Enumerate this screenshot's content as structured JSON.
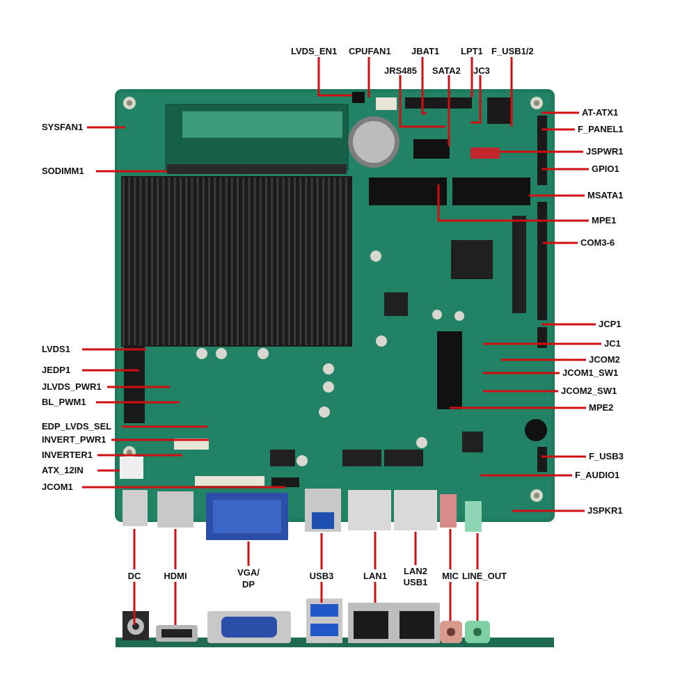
{
  "colors": {
    "pcb": "#1f7a5e",
    "pcb_dark": "#155c46",
    "heatsink": "#1b1b1b",
    "leader": "#d10f12",
    "label": "#111111"
  },
  "top_labels": {
    "lvds_en1": "LVDS_EN1",
    "cpufan1": "CPUFAN1",
    "jbat1": "JBAT1",
    "lpt1": "LPT1",
    "f_usb12": "F_USB1/2",
    "jrs485": "JRS485",
    "sata2": "SATA2",
    "jc3": "JC3"
  },
  "left_labels": {
    "sysfan1": "SYSFAN1",
    "sodimm1": "SODIMM1",
    "lvds1": "LVDS1",
    "jedp1": "JEDP1",
    "jlvds_pwr1": "JLVDS_PWR1",
    "bl_pwm1": "BL_PWM1",
    "edp_lvds_sel": "EDP_LVDS_SEL",
    "invert_pwr1": "INVERT_PWR1",
    "inverter1": "INVERTER1",
    "atx_12in": "ATX_12IN",
    "jcom1": "JCOM1"
  },
  "right_labels": {
    "at_atx1": "AT-ATX1",
    "f_panel1": "F_PANEL1",
    "jspwr1": "JSPWR1",
    "gpio1": "GPIO1",
    "msata1": "MSATA1",
    "mpe1": "MPE1",
    "com3_6": "COM3-6",
    "jcp1": "JCP1",
    "jc1": "JC1",
    "jcom2": "JCOM2",
    "jcom1_sw1": "JCOM1_SW1",
    "jcom2_sw1": "JCOM2_SW1",
    "mpe2": "MPE2",
    "f_usb3": "F_USB3",
    "f_audio1": "F_AUDIO1",
    "jspkr1": "JSPKR1"
  },
  "bottom_labels": {
    "dc": "DC",
    "hdmi": "HDMI",
    "vga_line1": "VGA/",
    "vga_line2": "DP",
    "usb3": "USB3",
    "lan1": "LAN1",
    "lan2_line1": "LAN2",
    "lan2_line2": "USB1",
    "mic": "MIC",
    "line_out": "LINE_OUT"
  }
}
